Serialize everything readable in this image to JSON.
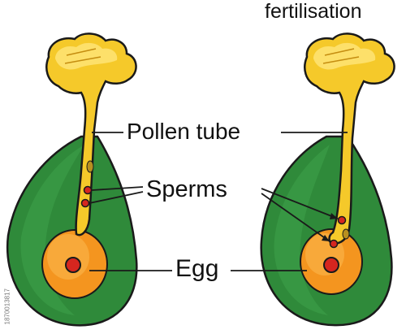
{
  "title": "fertilisation",
  "labels": {
    "pollen_tube": "Pollen tube",
    "sperms": "Sperms",
    "egg": "Egg"
  },
  "side_credit": "1870013817",
  "colors": {
    "ovule_green": "#2f8a3a",
    "ovule_dark_green": "#1f5f27",
    "pollen_yellow": "#f5c92a",
    "pollen_light": "#fde06a",
    "egg_orange": "#f4951f",
    "nucleus_red": "#d6261f",
    "outline": "#1a1a1a"
  }
}
